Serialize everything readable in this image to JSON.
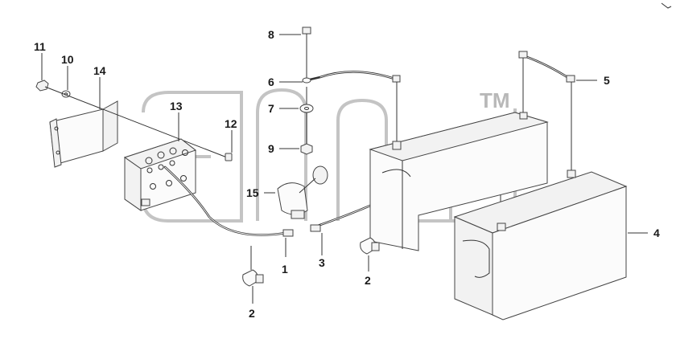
{
  "watermark": {
    "tm": "TM"
  },
  "callouts": [
    {
      "id": "c11",
      "text": "11"
    },
    {
      "id": "c10",
      "text": "10"
    },
    {
      "id": "c14",
      "text": "14"
    },
    {
      "id": "c13",
      "text": "13"
    },
    {
      "id": "c12",
      "text": "12"
    },
    {
      "id": "c8",
      "text": "8"
    },
    {
      "id": "c6",
      "text": "6"
    },
    {
      "id": "c7",
      "text": "7"
    },
    {
      "id": "c9",
      "text": "9"
    },
    {
      "id": "c15",
      "text": "15"
    },
    {
      "id": "c1",
      "text": "1"
    },
    {
      "id": "c3",
      "text": "3"
    },
    {
      "id": "c2a",
      "text": "2"
    },
    {
      "id": "c2b",
      "text": "2"
    },
    {
      "id": "c4",
      "text": "4"
    },
    {
      "id": "c5",
      "text": "5"
    }
  ]
}
